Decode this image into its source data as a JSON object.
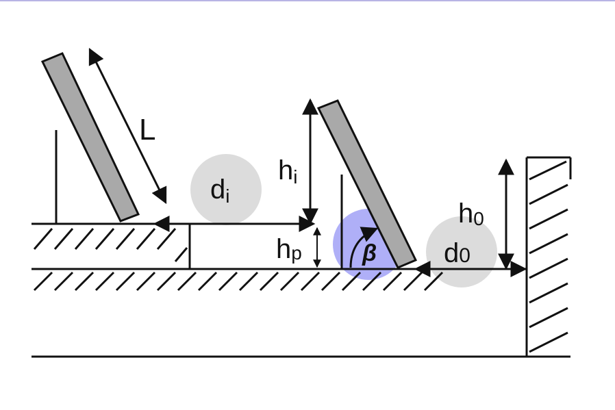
{
  "labels": {
    "L": "L",
    "hi": {
      "main": "h",
      "sub": "i"
    },
    "di": {
      "main": "d",
      "sub": "i"
    },
    "hp": {
      "main": "h",
      "sub": "p"
    },
    "beta": "β",
    "h0": {
      "main": "h",
      "sub": "0"
    },
    "d0": {
      "main": "d",
      "sub": "0"
    }
  },
  "colors": {
    "line": "#111111",
    "plate_fill": "#a9a9a9",
    "highlight_grey": "#dcdcdc",
    "highlight_blue": "#6d6df0",
    "topbar": "#b8b4e4"
  }
}
